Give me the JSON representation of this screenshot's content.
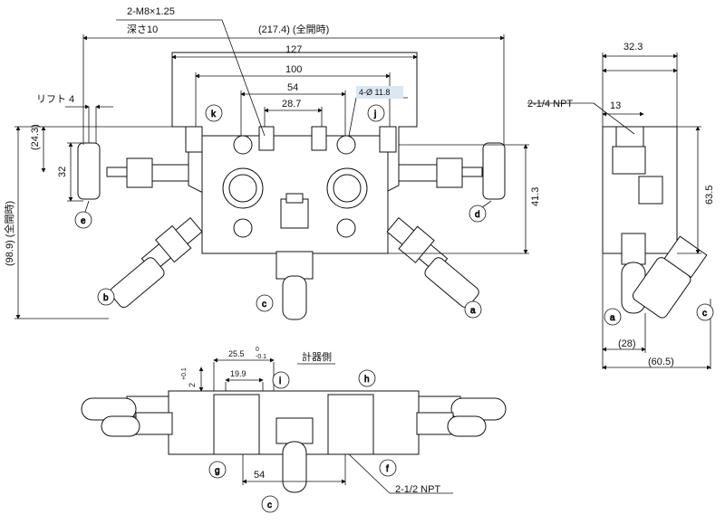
{
  "notes": {
    "thread_spec": "2-M8×1.25",
    "thread_depth": "深さ10",
    "npt_side": "2-1/4 NPT",
    "npt_bottom": "2-1/2 NPT",
    "instrument_side": "計器側",
    "holes": "4-Ø 11.8"
  },
  "dims": {
    "overall_width": "(217.4) (全開時)",
    "body_width": "127",
    "hole_pitch_100": "100",
    "hole_pitch_54": "54",
    "hole_pitch_287": "28.7",
    "lift": "リフト 4",
    "d243": "(24.3)",
    "d32": "32",
    "overall_height": "(98.9) (全開時)",
    "d413": "41.3",
    "side_323": "32.3",
    "side_13": "13",
    "side_635": "63.5",
    "side_28": "(28)",
    "side_605": "(60.5)",
    "bottom_255": "25.5",
    "bottom_199": "19.9",
    "tol_a": "0",
    "tol_b": "-0.1",
    "tol_c": "+0.1",
    "bottom_2": "2",
    "bottom_54": "54"
  },
  "callouts": {
    "a": "a",
    "b": "b",
    "c": "c",
    "d": "d",
    "e": "e",
    "f": "f",
    "g": "g",
    "h": "h",
    "i": "i",
    "j": "j",
    "k": "k"
  },
  "colors": {
    "line": "#111111",
    "fill": "#ffffff",
    "highlight": "#dbe7f3"
  }
}
